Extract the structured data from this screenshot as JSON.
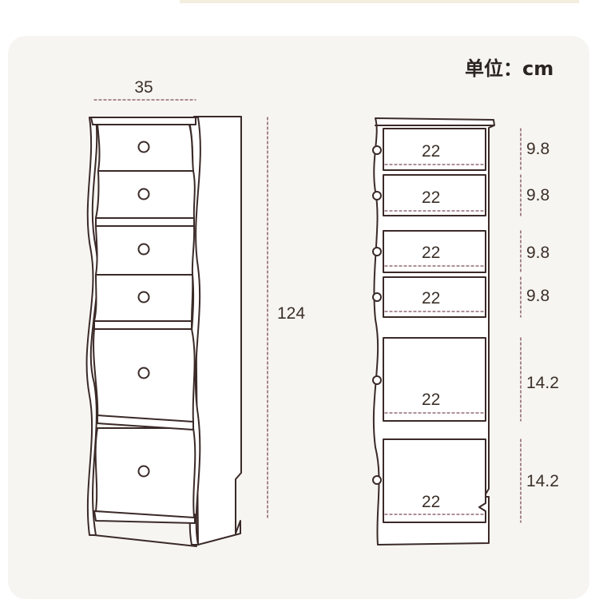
{
  "unit_label": "单位：cm",
  "front_view": {
    "width_label": "35",
    "height_label": "124",
    "drawer_count": 6
  },
  "side_view": {
    "drawers": [
      {
        "depth": "22",
        "height": "9.8"
      },
      {
        "depth": "22",
        "height": "9.8"
      },
      {
        "depth": "22",
        "height": "9.8"
      },
      {
        "depth": "22",
        "height": "9.8"
      },
      {
        "depth": "22",
        "height": "14.2"
      },
      {
        "depth": "22",
        "height": "14.2"
      }
    ]
  },
  "colors": {
    "outline": "#3a2a28",
    "dim_line": "#7b4a58",
    "card": "#f7f5f2",
    "fill": "#ffffff"
  }
}
